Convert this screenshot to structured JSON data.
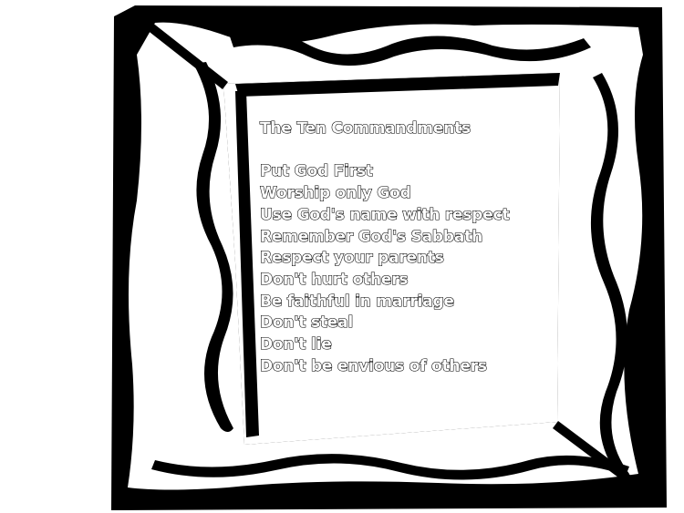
{
  "frame": {
    "ink_color": "#000000",
    "paper_color": "#ffffff"
  },
  "poster": {
    "title": "The Ten Commandments",
    "commandments": [
      "Put God First",
      "Worship only God",
      "Use God's name with respect",
      "Remember God's Sabbath",
      "Respect your parents",
      "Don't hurt others",
      "Be faithful in marriage",
      "Don't steal",
      "Don't lie",
      "Don't be envious of others"
    ]
  }
}
